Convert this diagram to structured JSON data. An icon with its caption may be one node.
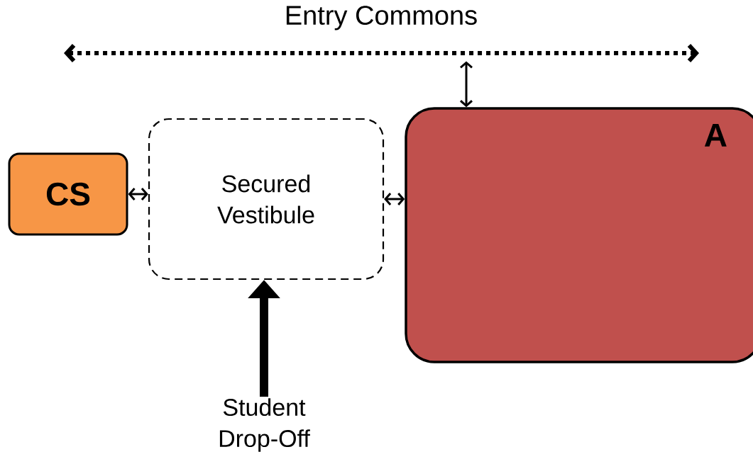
{
  "diagram": {
    "nodes": [
      {
        "text": [
          "Entry Commons"
        ]
      },
      {
        "text": [
          "CS"
        ]
      },
      {
        "text": [
          "Secured Vestibule"
        ]
      },
      {
        "text": [
          "A"
        ]
      },
      {
        "text": [
          "Student Drop-Off"
        ]
      }
    ],
    "edges": [
      {
        "from": 1,
        "to": 2,
        "arrow": "both"
      },
      {
        "from": 2,
        "to": 3,
        "arrow": "both"
      },
      {
        "from": 3,
        "to": 0,
        "arrow": "both"
      },
      {
        "from": 4,
        "to": 2,
        "arrow": "to",
        "style": "thick"
      }
    ]
  }
}
